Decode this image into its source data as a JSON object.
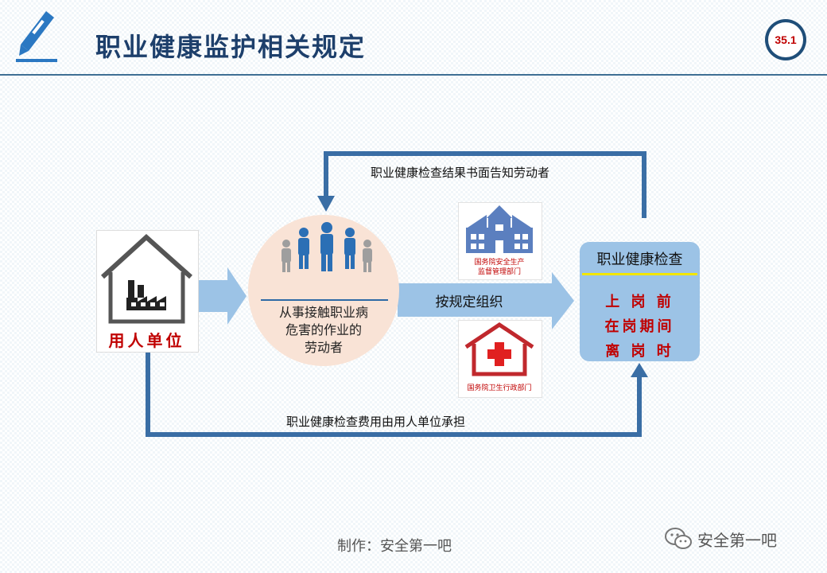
{
  "header": {
    "title": "职业健康监护相关规定",
    "page_number": "35.1"
  },
  "diagram": {
    "employer": "用人单位",
    "workers": [
      "从事接触职业病",
      "危害的作业的",
      "劳动者"
    ],
    "organize_label": "按规定组织",
    "departments": {
      "safety": [
        "国务院安全生产",
        "监督管理部门"
      ],
      "health": [
        "国务院卫生行政部门"
      ]
    },
    "exam": {
      "title": "职业健康检查",
      "periods": [
        "上 岗 前",
        "在岗期间",
        "离 岗 时"
      ]
    },
    "top_flow_label": "职业健康检查结果书面告知劳动者",
    "bottom_flow_label": "职业健康检查费用由用人单位承担"
  },
  "footer": {
    "credit": "制作：安全第一吧",
    "wechat_label": "安全第一吧"
  },
  "colors": {
    "title": "#1d3f6b",
    "accent_red": "#c00000",
    "arrow_blue": "#3a6ea5",
    "light_arrow": "#9cc3e6",
    "circle": "#f9e3d6"
  }
}
